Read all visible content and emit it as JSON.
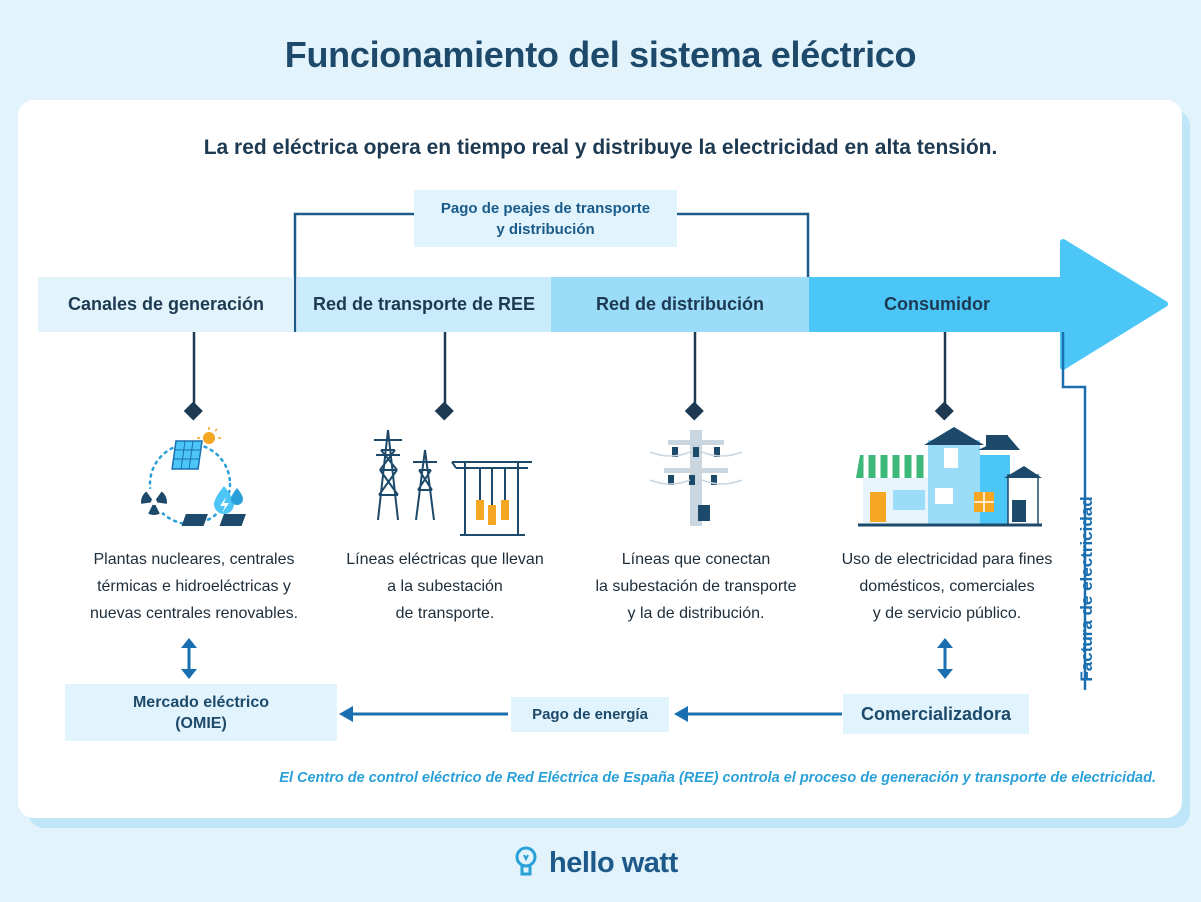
{
  "title": "Funcionamiento del sistema eléctrico",
  "subtitle": "La red eléctrica opera en tiempo real y distribuye la electricidad en alta tensión.",
  "stages": [
    {
      "label": "Canales de generación",
      "color": "#e2f3fc",
      "description": [
        "Plantas nucleares, centrales",
        "térmicas e hidroeléctricas y",
        "nuevas centrales renovables."
      ]
    },
    {
      "label": "Red de transporte de REE",
      "color": "#c9ebfb",
      "description": [
        "Líneas eléctricas que llevan",
        "a la subestación",
        "de transporte."
      ]
    },
    {
      "label": "Red de distribución",
      "color": "#9bdcf9",
      "description": [
        "Líneas que conectan",
        "la subestación de transporte",
        "y la de distribución."
      ]
    },
    {
      "label": "Consumidor",
      "color": "#4cc6f7",
      "description": [
        "Uso de electricidad para fines",
        "domésticos, comerciales",
        "y de servicio público."
      ]
    }
  ],
  "tolls_box": [
    "Pago de peajes de transporte",
    "y distribución"
  ],
  "market_box": [
    "Mercado eléctrico",
    "(OMIE)"
  ],
  "energy_payment": "Pago de energía",
  "retailer": "Comercializadora",
  "bill_label": "Factura de electricidad",
  "footer_note": "El Centro de control eléctrico de Red Eléctrica de España (REE) controla el proceso de generación y transporte de electricidad.",
  "logo_text": "hello watt",
  "colors": {
    "dark_navy": "#1d4a6b",
    "line_blue": "#1a5b8a",
    "accent": "#4cc6f7",
    "note_blue": "#2aa0d8"
  }
}
